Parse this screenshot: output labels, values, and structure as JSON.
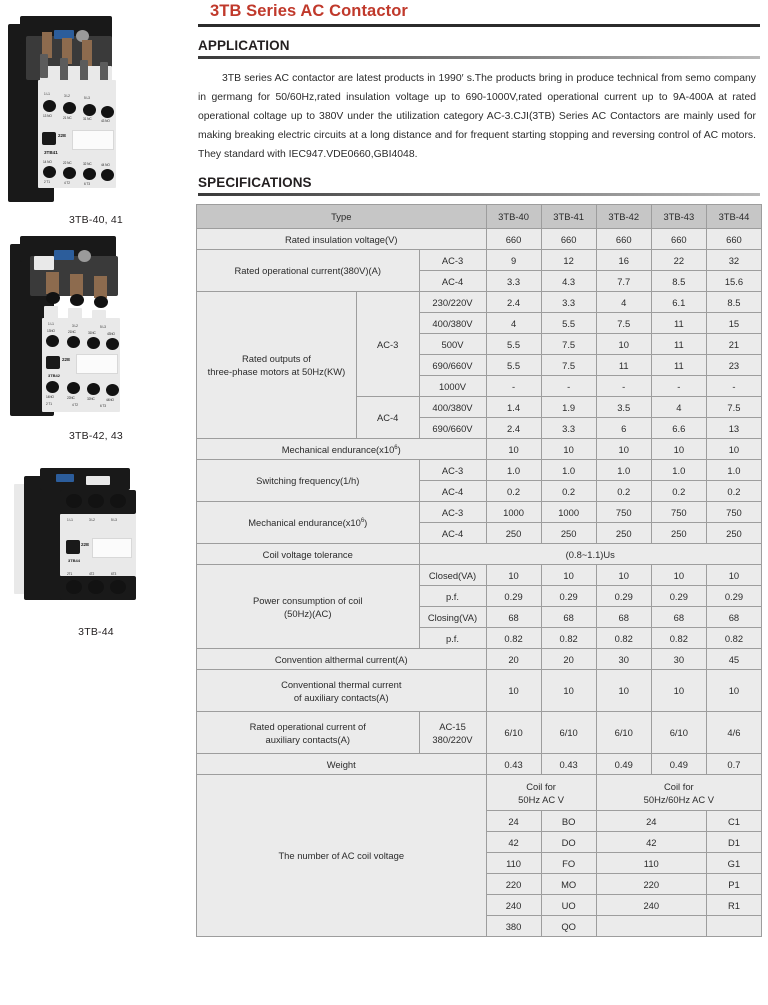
{
  "header": {
    "title": "3TB Series AC Contactor",
    "application_heading": "APPLICATION",
    "specifications_heading": "SPECIFICATIONS",
    "body_text": "3TB series AC contactor are latest products in 1990′ s.The products bring in produce technical from semo company in germang for 50/60Hz,rated insulation voltage up to 690-1000V,rated operational current up to 9A-400A at rated operational coltage up to 380V under the utilization category AC-3.CJI(3TB) Series AC Contactors are mainly used for making breaking electric circuits at a long distance and for frequent starting stopping and reversing control of AC motors. They standard with IEC947.VDE0660,GBI4048."
  },
  "products": [
    {
      "caption": "3TB-40, 41",
      "model_label": "3TB41",
      "aux_label": "22E",
      "top_terminals": [
        "1 L1",
        "3 L2",
        "5 L3"
      ],
      "top_aux": [
        "13 NO",
        "21 NC",
        "31 NC",
        "43 NO"
      ],
      "bottom_aux": [
        "14 NO",
        "22 NC",
        "32 NC",
        "44 NO"
      ],
      "bottom_terminals": [
        "2 T1",
        "4 T2",
        "6 T3"
      ]
    },
    {
      "caption": "3TB-42, 43",
      "model_label": "3TB42",
      "aux_label": "22E",
      "top_terminals": [
        "1 L1",
        "3 L2",
        "5 L3"
      ],
      "top_aux": [
        "13NO",
        "21NC",
        "31NC",
        "43NO"
      ],
      "bottom_aux": [
        "14NO",
        "22NC",
        "32NC",
        "44NO"
      ],
      "bottom_terminals": [
        "2 T1",
        "4 T2",
        "6 T3"
      ]
    },
    {
      "caption": "3TB-44",
      "model_label": "3TB44",
      "aux_label": "22E",
      "top_terminals": [
        "1 L1",
        "3 L2",
        "5 L3"
      ],
      "top_aux": [],
      "bottom_aux": [],
      "bottom_terminals": [
        "2T1",
        "4T2",
        "6T3"
      ]
    }
  ],
  "table": {
    "type_label": "Type",
    "models": [
      "3TB-40",
      "3TB-41",
      "3TB-42",
      "3TB-43",
      "3TB-44"
    ],
    "rows": {
      "rated_insulation_voltage": {
        "label": "Rated insulation voltage(V)",
        "values": [
          "660",
          "660",
          "660",
          "660",
          "660"
        ]
      },
      "rated_operational_current": {
        "label": "Rated operational current(380V)(A)",
        "sub": [
          {
            "name": "AC-3",
            "values": [
              "9",
              "12",
              "16",
              "22",
              "32"
            ]
          },
          {
            "name": "AC-4",
            "values": [
              "3.3",
              "4.3",
              "7.7",
              "8.5",
              "15.6"
            ]
          }
        ]
      },
      "rated_outputs": {
        "label_line1": "Rated outputs of",
        "label_line2": "three-phase motors at 50Hz(KW)",
        "groups": [
          {
            "name": "AC-3",
            "sub": [
              {
                "name": "230/220V",
                "values": [
                  "2.4",
                  "3.3",
                  "4",
                  "6.1",
                  "8.5"
                ]
              },
              {
                "name": "400/380V",
                "values": [
                  "4",
                  "5.5",
                  "7.5",
                  "11",
                  "15"
                ]
              },
              {
                "name": "500V",
                "values": [
                  "5.5",
                  "7.5",
                  "10",
                  "11",
                  "21"
                ]
              },
              {
                "name": "690/660V",
                "values": [
                  "5.5",
                  "7.5",
                  "11",
                  "11",
                  "23"
                ]
              },
              {
                "name": "1000V",
                "values": [
                  "-",
                  "-",
                  "-",
                  "-",
                  "-"
                ]
              }
            ]
          },
          {
            "name": "AC-4",
            "sub": [
              {
                "name": "400/380V",
                "values": [
                  "1.4",
                  "1.9",
                  "3.5",
                  "4",
                  "7.5"
                ]
              },
              {
                "name": "690/660V",
                "values": [
                  "2.4",
                  "3.3",
                  "6",
                  "6.6",
                  "13"
                ]
              }
            ]
          }
        ]
      },
      "mechanical_endurance_1": {
        "label_pre": "Mechanical endurance(x10",
        "label_sup": "6",
        "label_post": ")",
        "values": [
          "10",
          "10",
          "10",
          "10",
          "10"
        ]
      },
      "switching_frequency": {
        "label": "Switching frequency(1/h)",
        "sub": [
          {
            "name": "AC-3",
            "values": [
              "1.0",
              "1.0",
              "1.0",
              "1.0",
              "1.0"
            ]
          },
          {
            "name": "AC-4",
            "values": [
              "0.2",
              "0.2",
              "0.2",
              "0.2",
              "0.2"
            ]
          }
        ]
      },
      "mechanical_endurance_2": {
        "label_pre": "Mechanical endurance(x10",
        "label_sup": "6",
        "label_post": ")",
        "sub": [
          {
            "name": "AC-3",
            "values": [
              "1000",
              "1000",
              "750",
              "750",
              "750"
            ]
          },
          {
            "name": "AC-4",
            "values": [
              "250",
              "250",
              "250",
              "250",
              "250"
            ]
          }
        ]
      },
      "coil_voltage_tolerance": {
        "label": "Coil voltage tolerance",
        "value": "(0.8~1.1)Us"
      },
      "power_consumption": {
        "label_line1": "Power consumption of coil",
        "label_line2": "(50Hz)(AC)",
        "sub": [
          {
            "name": "Closed(VA)",
            "values": [
              "10",
              "10",
              "10",
              "10",
              "10"
            ]
          },
          {
            "name": "p.f.",
            "values": [
              "0.29",
              "0.29",
              "0.29",
              "0.29",
              "0.29"
            ]
          },
          {
            "name": "Closing(VA)",
            "values": [
              "68",
              "68",
              "68",
              "68",
              "68"
            ]
          },
          {
            "name": "p.f.",
            "values": [
              "0.82",
              "0.82",
              "0.82",
              "0.82",
              "0.82"
            ]
          }
        ]
      },
      "convention_althermal": {
        "label": "Convention althermal current(A)",
        "values": [
          "20",
          "20",
          "30",
          "30",
          "45"
        ]
      },
      "conventional_thermal_aux": {
        "label_line1": "Conventional thermal current",
        "label_line2": "of auxiliary contacts(A)",
        "values": [
          "10",
          "10",
          "10",
          "10",
          "10"
        ]
      },
      "rated_operational_aux": {
        "label_line1": "Rated operational  current of",
        "label_line2": "auxiliary contacts(A)",
        "sub_line1": "AC-15",
        "sub_line2": "380/220V",
        "values": [
          "6/10",
          "6/10",
          "6/10",
          "6/10",
          "4/6"
        ]
      },
      "weight": {
        "label": "Weight",
        "values": [
          "0.43",
          "0.43",
          "0.49",
          "0.49",
          "0.7"
        ]
      },
      "ac_coil_voltage": {
        "label": "The number of AC coil voltage",
        "group1_line1": "Coil for",
        "group1_line2": "50Hz AC V",
        "group2_line1": "Coil for",
        "group2_line2": "50Hz/60Hz AC V",
        "entries": [
          {
            "v1": "24",
            "c1": "BO",
            "v2": "24",
            "c2": "C1"
          },
          {
            "v1": "42",
            "c1": "DO",
            "v2": "42",
            "c2": "D1"
          },
          {
            "v1": "110",
            "c1": "FO",
            "v2": "110",
            "c2": "G1"
          },
          {
            "v1": "220",
            "c1": "MO",
            "v2": "220",
            "c2": "P1"
          },
          {
            "v1": "240",
            "c1": "UO",
            "v2": "240",
            "c2": "R1"
          },
          {
            "v1": "380",
            "c1": "QO",
            "v2": "",
            "c2": ""
          }
        ]
      }
    }
  },
  "colors": {
    "title_red": "#c0392b",
    "header_grey": "#c6c6c6",
    "cell_grey": "#ebebeb",
    "border": "#9d9d9d"
  }
}
